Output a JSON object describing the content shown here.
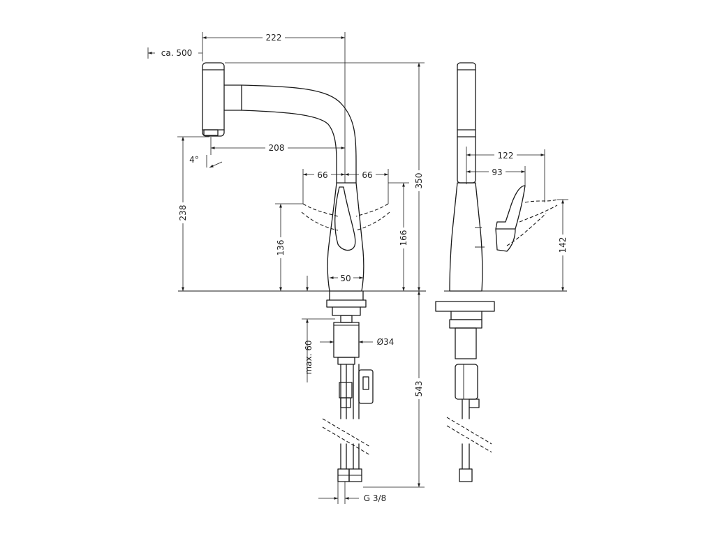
{
  "front": {
    "dim_reach_total": "222",
    "dim_pullout": "ca. 500",
    "dim_reach_outlet": "208",
    "dim_angle": "4°",
    "dim_lever_left": "66",
    "dim_lever_right": "66",
    "dim_outlet_height": "238",
    "dim_lever_height_left": "136",
    "dim_lever_height_right": "166",
    "dim_overall_height": "350",
    "dim_base": "50",
    "dim_max_thickness": "max. 60",
    "dim_hole": "Ø34",
    "dim_below_counter": "543",
    "dim_thread": "G 3/8"
  },
  "side": {
    "dim_lever_reach": "122",
    "dim_lever_reach_inner": "93",
    "dim_lever_height": "142"
  }
}
